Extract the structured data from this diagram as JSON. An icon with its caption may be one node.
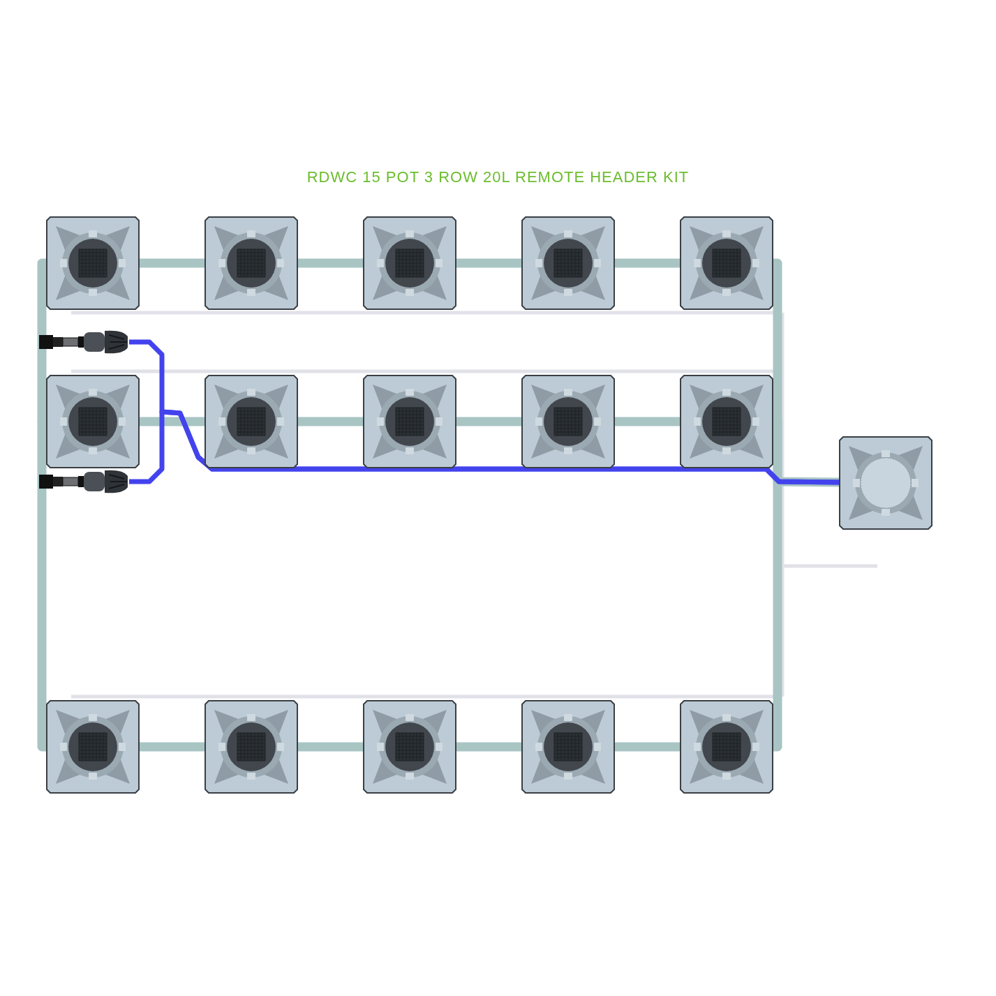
{
  "diagram": {
    "title": "RDWC 15 POT 3 ROW 20L REMOTE HEADER KIT",
    "nodes": [
      {
        "text": [],
        "shape": "picture"
      },
      {
        "text": [],
        "shape": "picture"
      },
      {
        "text": [],
        "shape": "picture"
      },
      {
        "text": [],
        "shape": "picture"
      },
      {
        "text": [],
        "shape": "picture"
      },
      {
        "text": [],
        "shape": "picture"
      },
      {
        "text": [],
        "shape": "picture"
      },
      {
        "text": [],
        "shape": "picture"
      },
      {
        "text": [],
        "shape": "picture"
      },
      {
        "text": [],
        "shape": "picture"
      },
      {
        "text": [],
        "shape": "picture"
      },
      {
        "text": [],
        "shape": "picture"
      },
      {
        "text": [],
        "shape": "picture"
      },
      {
        "text": [],
        "shape": "picture"
      },
      {
        "text": [],
        "shape": "picture"
      },
      {
        "text": [],
        "shape": "picture"
      },
      {
        "text": [],
        "shape": "picture"
      },
      {
        "text": [],
        "shape": "picture"
      }
    ],
    "edges": [
      {
        "from": 0,
        "to": 1,
        "arrow": "none"
      },
      {
        "from": 1,
        "to": 2,
        "arrow": "none"
      },
      {
        "from": 2,
        "to": 3,
        "arrow": "none"
      },
      {
        "from": 3,
        "to": 4,
        "arrow": "none"
      },
      {
        "from": 5,
        "to": 6,
        "arrow": "none"
      },
      {
        "from": 6,
        "to": 7,
        "arrow": "none"
      },
      {
        "from": 7,
        "to": 8,
        "arrow": "none"
      },
      {
        "from": 8,
        "to": 9,
        "arrow": "none"
      },
      {
        "from": 10,
        "to": 11,
        "arrow": "none"
      },
      {
        "from": 11,
        "to": 12,
        "arrow": "none"
      },
      {
        "from": 12,
        "to": 13,
        "arrow": "none"
      },
      {
        "from": 13,
        "to": 14,
        "arrow": "none"
      },
      {
        "from": 0,
        "to": 5,
        "arrow": "none"
      },
      {
        "from": 5,
        "to": 10,
        "arrow": "none"
      },
      {
        "from": 4,
        "to": 9,
        "arrow": "none"
      },
      {
        "from": 9,
        "to": 14,
        "arrow": "none"
      },
      {
        "from": 9,
        "to": 15,
        "arrow": "none"
      },
      {
        "from": 16,
        "to": 15,
        "arrow": "none",
        "color": "#4343ee"
      },
      {
        "from": 17,
        "to": 15,
        "arrow": "none",
        "color": "#4343ee"
      }
    ]
  }
}
